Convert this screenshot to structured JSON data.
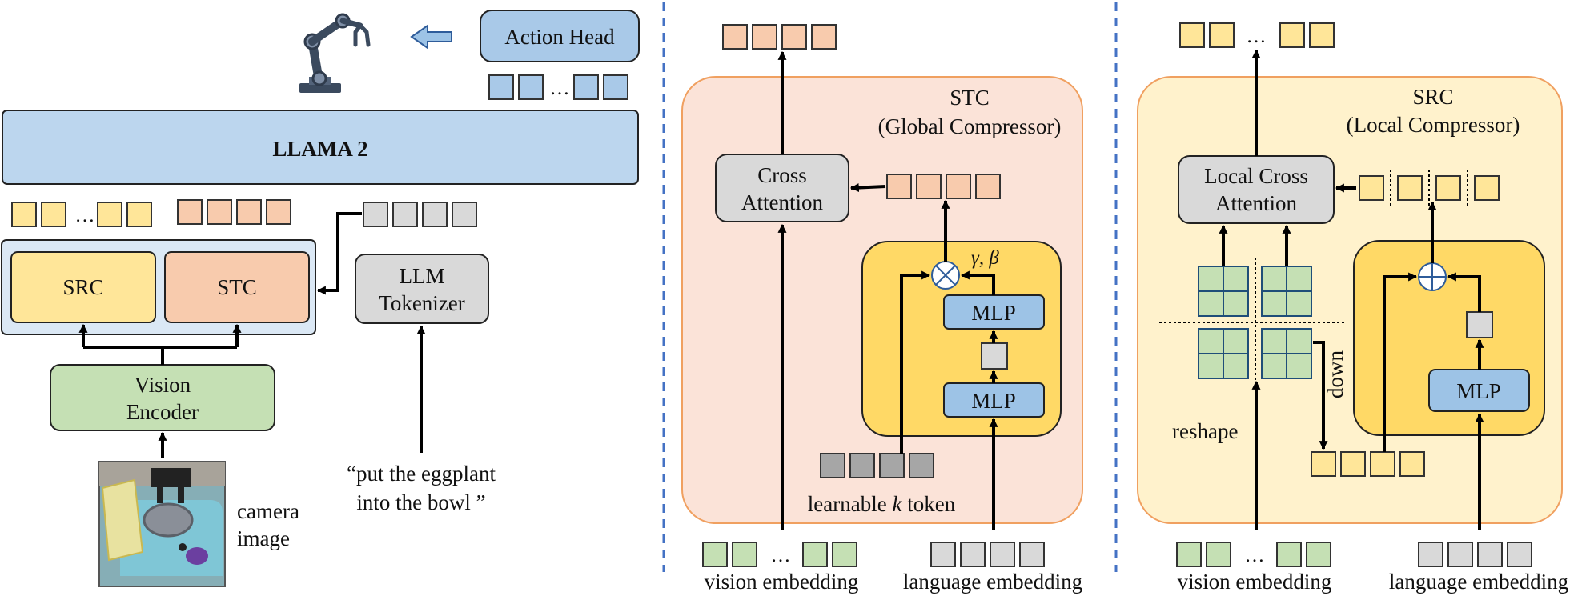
{
  "colors": {
    "blue": "#a9c9e8",
    "llama": "#bcd6ee",
    "yellow": "#ffe699",
    "salmon": "#f8cbad",
    "green": "#c5e0b4",
    "gray": "#d9d9d9",
    "darkgray": "#a6a6a6",
    "stc_bg": "#fbe3d8",
    "src_bg": "#fff2cc",
    "gold": "#ffd966",
    "mlp": "#9dc3e6",
    "dashed_divider": "#4472c4"
  },
  "left": {
    "action_head": "Action Head",
    "llama": "LLAMA 2",
    "src": "SRC",
    "stc": "STC",
    "tokenizer_line1": "LLM",
    "tokenizer_line2": "Tokenizer",
    "vision_encoder_line1": "Vision",
    "vision_encoder_line2": "Encoder",
    "camera_line1": "camera",
    "camera_line2": "image",
    "prompt_line1": "“put the eggplant",
    "prompt_line2": "into the bowl ”",
    "ellipsis": "…",
    "icons": [
      "robot-arm-icon",
      "left-arrow-icon",
      "camera-image"
    ]
  },
  "stc_panel": {
    "title_line1": "STC",
    "title_line2": "(Global Compressor)",
    "cross_attention_line1": "Cross",
    "cross_attention_line2": "Attention",
    "mlp_top": "MLP",
    "mlp_bottom": "MLP",
    "gamma_beta": "γ, β",
    "learnable_prefix": "learnable ",
    "learnable_k": "k",
    "learnable_suffix": " token",
    "vision_embedding": "vision embedding",
    "language_embedding": "language embedding",
    "ellipsis": "…"
  },
  "src_panel": {
    "title_line1": "SRC",
    "title_line2": "(Local Compressor)",
    "local_cross_line1": "Local Cross",
    "local_cross_line2": "Attention",
    "mlp": "MLP",
    "reshape": "reshape",
    "down": "down",
    "vision_embedding": "vision embedding",
    "language_embedding": "language embedding",
    "ellipsis": "…"
  }
}
